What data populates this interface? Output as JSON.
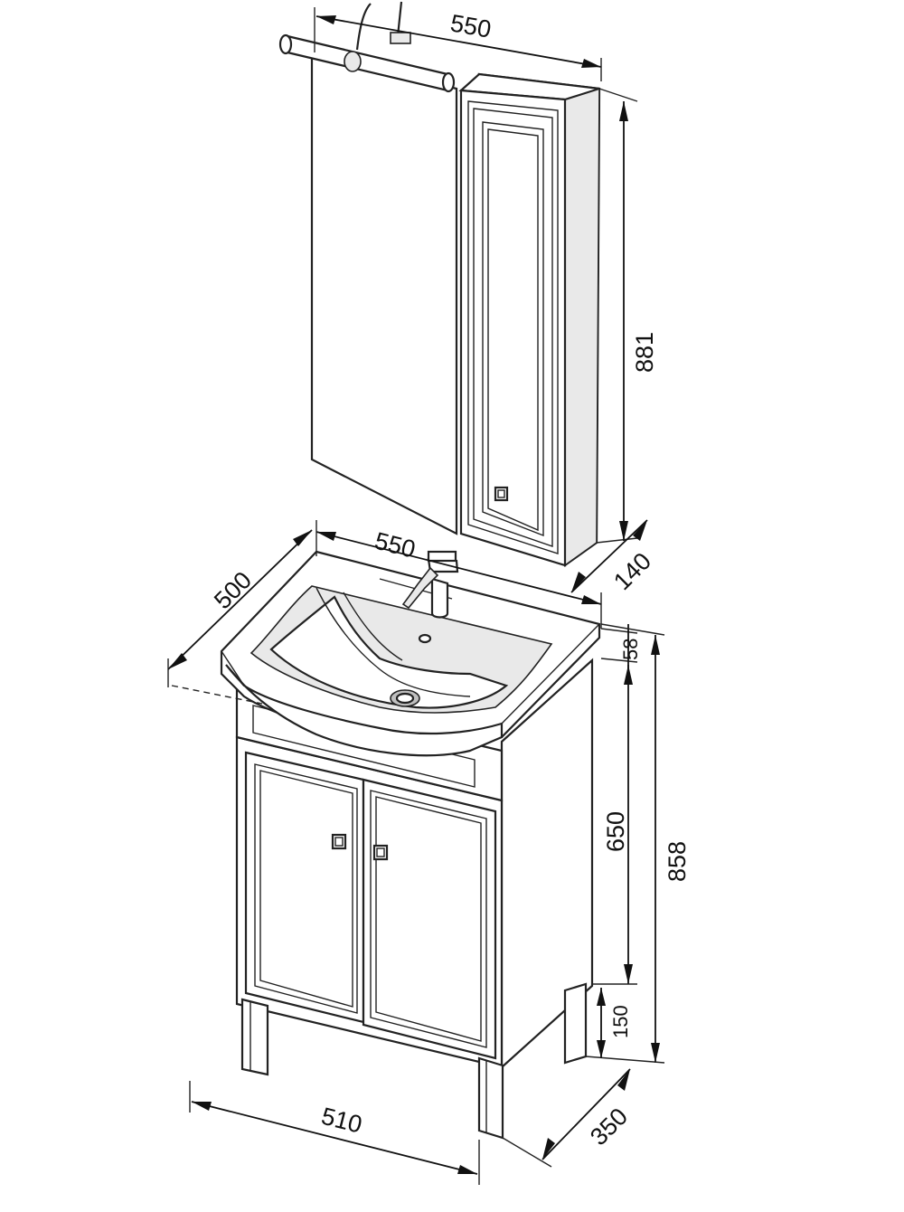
{
  "dimensions": {
    "mirror_width": "550",
    "cabinet_height": "881",
    "vanity_width": "550",
    "vanity_depth": "500",
    "cabinet_depth": "140",
    "sink_lip": "58",
    "body_height": "650",
    "total_height": "858",
    "leg_height": "150",
    "base_width": "510",
    "base_depth": "350"
  },
  "colors": {
    "line": "#222222",
    "background": "#ffffff"
  }
}
